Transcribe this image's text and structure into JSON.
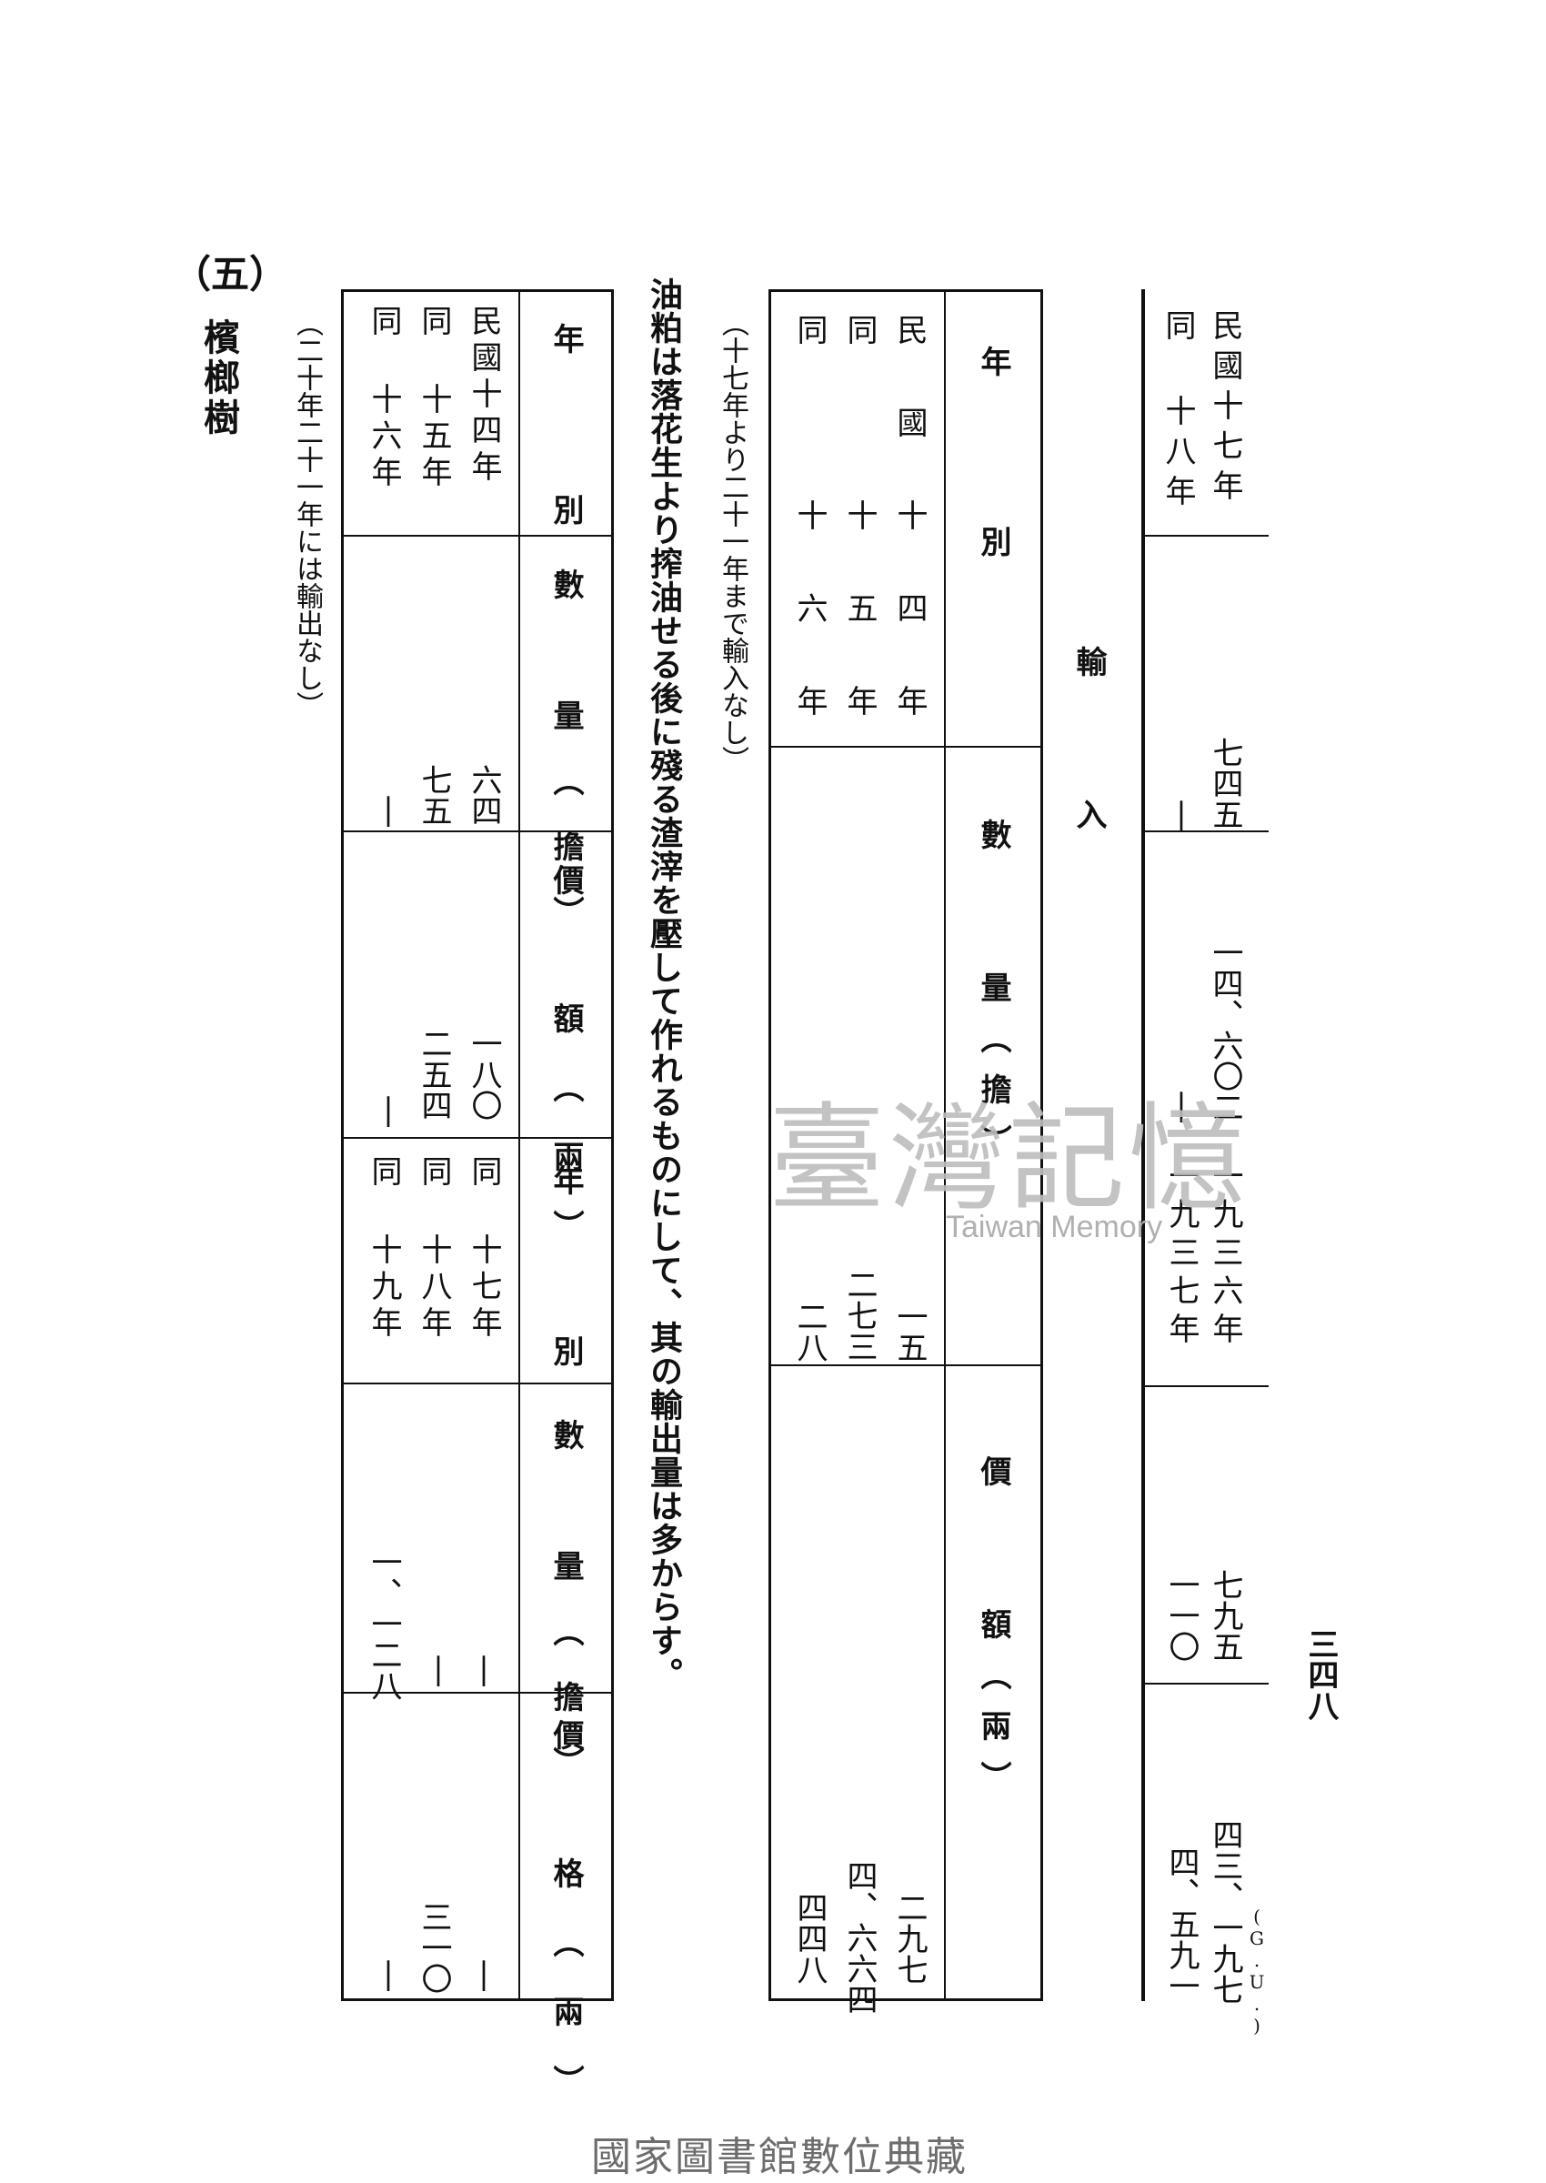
{
  "page_number": "三四八",
  "section": {
    "number": "（五）",
    "title": "檳榔樹"
  },
  "continuation": {
    "rows": [
      {
        "year": "民國十七年",
        "qty": "七四五",
        "value": "一四、六〇二"
      },
      {
        "year": "同 十八年",
        "qty": "|",
        "value": "|"
      }
    ],
    "year1936": "一九三六年",
    "year1937": "一九三七年",
    "val1936": "七九五",
    "val1937": "一一〇",
    "price1936": "四三、一九七",
    "price1937": "四、五九一",
    "price_note": "(G.U.)"
  },
  "import_table": {
    "heading": "輸　入",
    "col_year": "年　　別",
    "col_qty": "數　　量（擔）",
    "col_value": "價　　額（兩）",
    "rows": [
      {
        "year": "民 國 十 四 年",
        "qty": "一五",
        "value": "二九七"
      },
      {
        "year": "同 　 十 五 年",
        "qty": "二七三",
        "value": "四、六六四"
      },
      {
        "year": "同 　 十 六 年",
        "qty": "二八",
        "value": "四四八"
      }
    ],
    "note": "（十七年より二十一年まで輸入なし）"
  },
  "body_text": "油粕は落花生より搾油せる後に殘る渣滓を壓して作れるものにして、其の輸出量は多からす。",
  "export_table": {
    "col_year": "年　別",
    "col_qty": "數　量（擔）",
    "col_value": "價　額（兩）",
    "col_price": "價　格（兩）",
    "left_rows": [
      {
        "year": "民國十四年",
        "qty": "六四",
        "value": "一八〇"
      },
      {
        "year": "同 十五年",
        "qty": "七五",
        "value": "二五四"
      },
      {
        "year": "同 十六年",
        "qty": "|",
        "value": "|"
      }
    ],
    "right_rows": [
      {
        "year": "同 十七年",
        "qty": "|",
        "value": "|"
      },
      {
        "year": "同 十八年",
        "qty": "|",
        "value": "三一〇"
      },
      {
        "year": "同 十九年",
        "qty": "一、一二八",
        "value": "|"
      }
    ],
    "note": "（二十年二十一年には輸出なし）"
  },
  "watermark": {
    "text": "臺灣記憶",
    "en": "Taiwan Memory"
  },
  "footer": "國家圖書館數位典藏"
}
